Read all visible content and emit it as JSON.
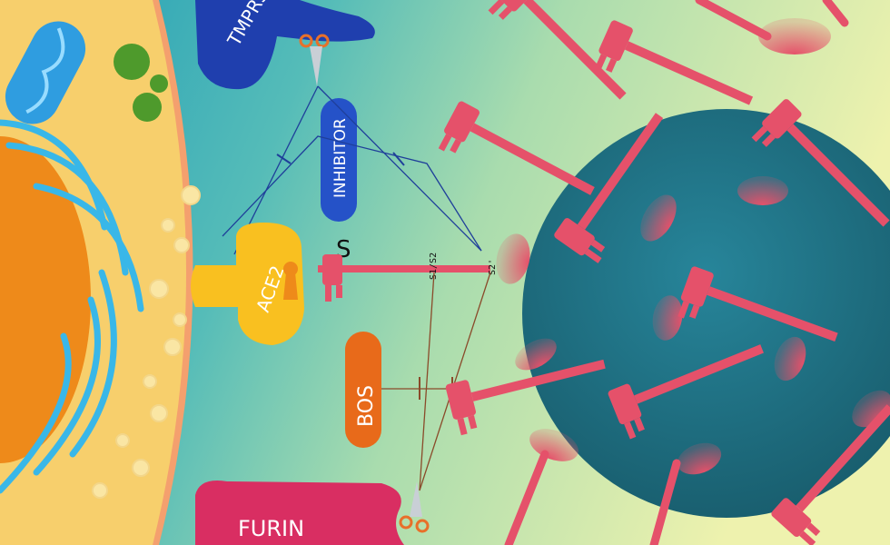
{
  "labels": {
    "tmprss": "TMPRS",
    "inhibitor": "INHIBITOR",
    "ace2": "ACE2",
    "spike": "S",
    "s1s2": "S1/S2",
    "s2prime": "S2'",
    "bos": "BOS",
    "furin": "FURIN"
  },
  "colors": {
    "cell_cytoplasm": "#f7cf6c",
    "nucleus": "#ee8a1a",
    "er_membrane": "#39b7e8",
    "background_teal": "#2aa8b8",
    "background_yellow": "#eef0b0",
    "tmprss": "#1f3fae",
    "inhibitor": "#2552c8",
    "ace2": "#f9c020",
    "spike_key": "#e5516a",
    "bos": "#e86a1a",
    "furin": "#d92e62",
    "virus": "#1f6e7e",
    "mitochondrion": "#2f9de0",
    "vesicle": "#4e9a2c"
  },
  "icons": [
    "scissors-icon",
    "keyhole-icon",
    "key-icon",
    "inhibition-bar-icon"
  ]
}
